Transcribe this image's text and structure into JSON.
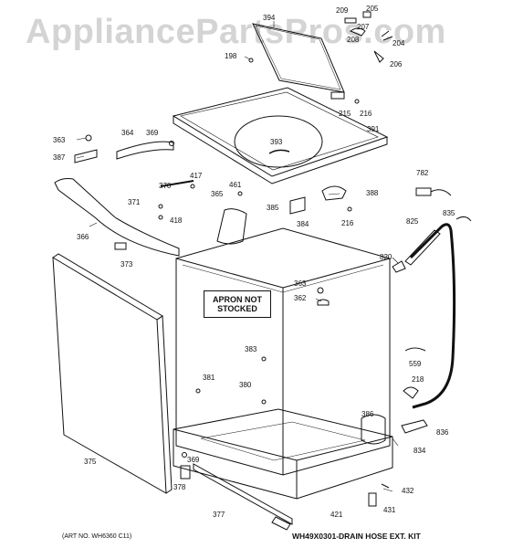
{
  "watermark": "AppliancePartsPros.com",
  "apron_note": [
    "APRON NOT",
    "STOCKED"
  ],
  "art_number": "(ART NO. WH6360 C11)",
  "drain_hose_kit": "WH49X0301-DRAIN HOSE EXT. KIT",
  "callouts": [
    "394",
    "209",
    "205",
    "207",
    "208",
    "204",
    "198",
    "206",
    "215",
    "216",
    "391",
    "393",
    "363",
    "364",
    "369",
    "387",
    "417",
    "370",
    "371",
    "418",
    "461",
    "365",
    "385",
    "384",
    "388",
    "216",
    "782",
    "835",
    "825",
    "366",
    "373",
    "820",
    "363",
    "362",
    "383",
    "381",
    "380",
    "559",
    "218",
    "386",
    "836",
    "834",
    "369",
    "378",
    "377",
    "421",
    "432",
    "431",
    "375"
  ]
}
